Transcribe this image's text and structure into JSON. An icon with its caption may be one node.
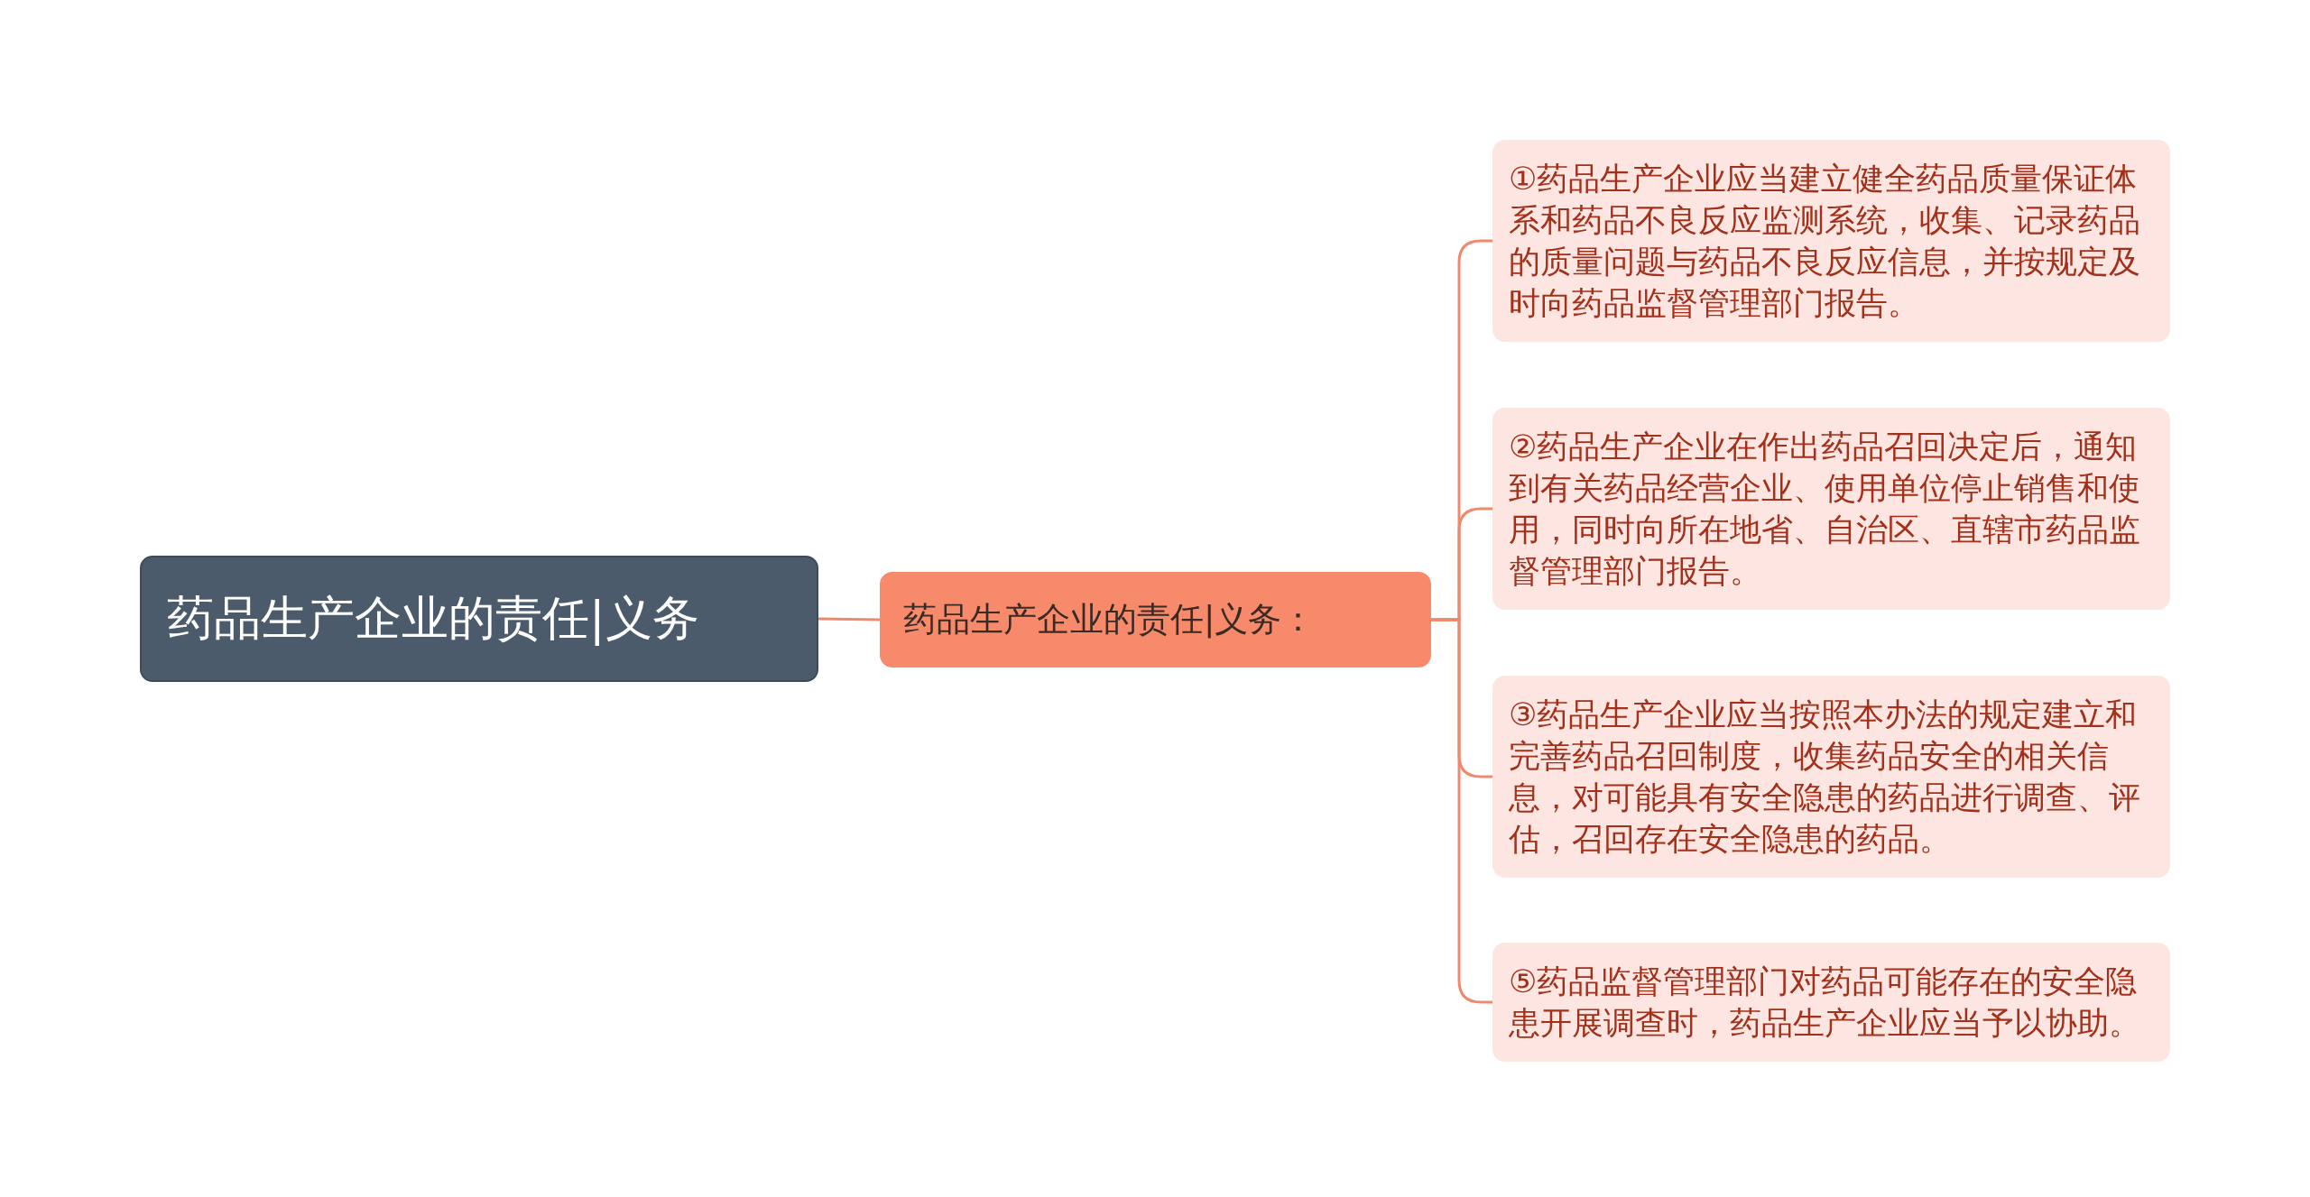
{
  "diagram": {
    "nodes": [
      {
        "text": [
          "药品生产企业的责任|义务"
        ]
      },
      {
        "text": [
          "药品生产企业的责任|义务："
        ]
      },
      {
        "text": [
          "①药品生产企业应当建立健全药品质量保证体系和药品不良反应监测系统，收集、记录药品的质量问题与药品不良反应信息，并按规定及时向药品监督管理部门报告。"
        ]
      },
      {
        "text": [
          "②药品生产企业在作出药品召回决定后，通知到有关药品经营企业、使用单位停止销售和使用，同时向所在地省、自治区、直辖市药品监督管理部门报告。"
        ]
      },
      {
        "text": [
          "③药品生产企业应当按照本办法的规定建立和完善药品召回制度，收集药品安全的相关信息，对可能具有安全隐患的药品进行调查、评估，召回存在安全隐患的药品。"
        ]
      },
      {
        "text": [
          "⑤药品监督管理部门对药品可能存在的安全隐患开展调查时，药品生产企业应当予以协助。"
        ]
      }
    ],
    "edges": [
      {
        "from": 0,
        "to": 1,
        "arrow": "none"
      },
      {
        "from": 1,
        "to": 2,
        "arrow": "none"
      },
      {
        "from": 1,
        "to": 3,
        "arrow": "none"
      },
      {
        "from": 1,
        "to": 4,
        "arrow": "none"
      },
      {
        "from": 1,
        "to": 5,
        "arrow": "none"
      }
    ]
  }
}
